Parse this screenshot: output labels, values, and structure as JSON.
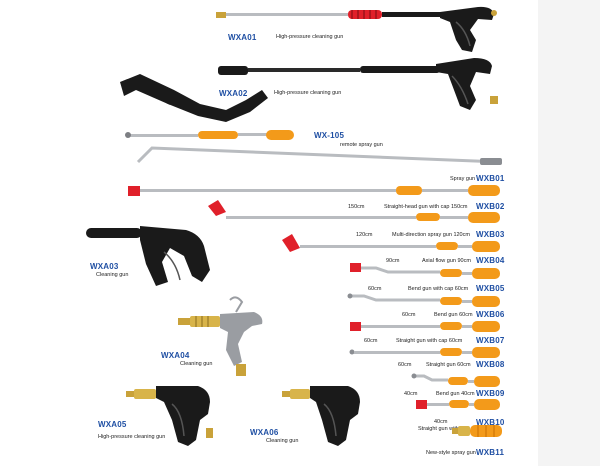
{
  "products": {
    "wxa01": {
      "code": "WXA01",
      "desc": "High-pressure cleaning gun"
    },
    "wxa02": {
      "code": "WXA02",
      "desc": "High-pressure cleaning gun"
    },
    "wx105": {
      "code": "WX-105",
      "desc": "remote spray gun"
    },
    "wxb01": {
      "code": "WXB01",
      "desc": "Spray gun"
    },
    "wxb02": {
      "code": "WXB02",
      "desc": "Straight-head gun with cap 150cm",
      "length": "150cm"
    },
    "wxb03": {
      "code": "WXB03",
      "desc": "Multi-direction spray gun 120cm",
      "length": "120cm"
    },
    "wxa03": {
      "code": "WXA03",
      "desc": "Cleaning gun"
    },
    "wxb04": {
      "code": "WXB04",
      "desc": "Axial flow gun 90cm",
      "length": "90cm"
    },
    "wxb05": {
      "code": "WXB05",
      "desc": "Bend gun with cap 60cm",
      "length": "60cm"
    },
    "wxb06": {
      "code": "WXB06",
      "desc": "Bend gun 60cm",
      "length": "60cm"
    },
    "wxb07": {
      "code": "WXB07",
      "desc": "Straight gun with cap 60cm",
      "length": "60cm"
    },
    "wxb08": {
      "code": "WXB08",
      "desc": "Straight gun 60cm",
      "length": "60cm"
    },
    "wxa04": {
      "code": "WXA04",
      "desc": "Cleaning gun"
    },
    "wxb09": {
      "code": "WXB09",
      "desc": "Bend gun 40cm",
      "length": "40cm"
    },
    "wxb10": {
      "code": "WXB10",
      "desc": "Straight gun with cap 40cm",
      "length": "40cm"
    },
    "wxa05": {
      "code": "WXA05",
      "desc": "High-pressure cleaning gun"
    },
    "wxa06": {
      "code": "WXA06",
      "desc": "Cleaning gun"
    },
    "wxb11": {
      "code": "WXB11",
      "desc": "New-style spray gun"
    }
  },
  "colors": {
    "code_blue": "#1f4fa3",
    "handle_orange": "#f39a1a",
    "cap_red": "#e0202a",
    "gun_black": "#1a1a1a",
    "brass": "#c9a23a",
    "steel": "#b9bcc0"
  }
}
